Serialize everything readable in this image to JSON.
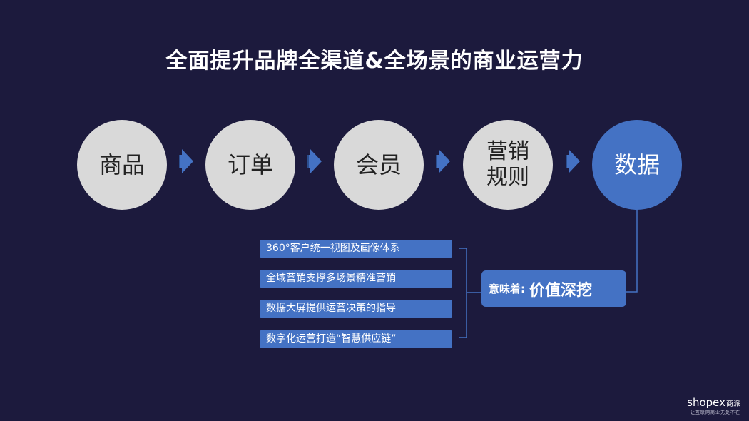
{
  "title": "全面提升品牌全渠道&全场景的商业运营力",
  "flow": [
    "商品",
    "订单",
    "会员",
    "营销\n规则",
    "数据"
  ],
  "features": [
    "360°客户统一视图及画像体系",
    "全域营销支撑多场景精准营销",
    "数据大屏提供运营决策的指导",
    "数字化运营打造“智慧供应链”"
  ],
  "badge": {
    "label": "意味着:",
    "value": "价值深挖"
  },
  "logo": {
    "brand": "shopex",
    "cn": "商派",
    "tagline": "让互联网商业无处不在"
  },
  "colors": {
    "background": "#1c1a3d",
    "accent": "#4472c4",
    "node": "#d9d9d9"
  }
}
